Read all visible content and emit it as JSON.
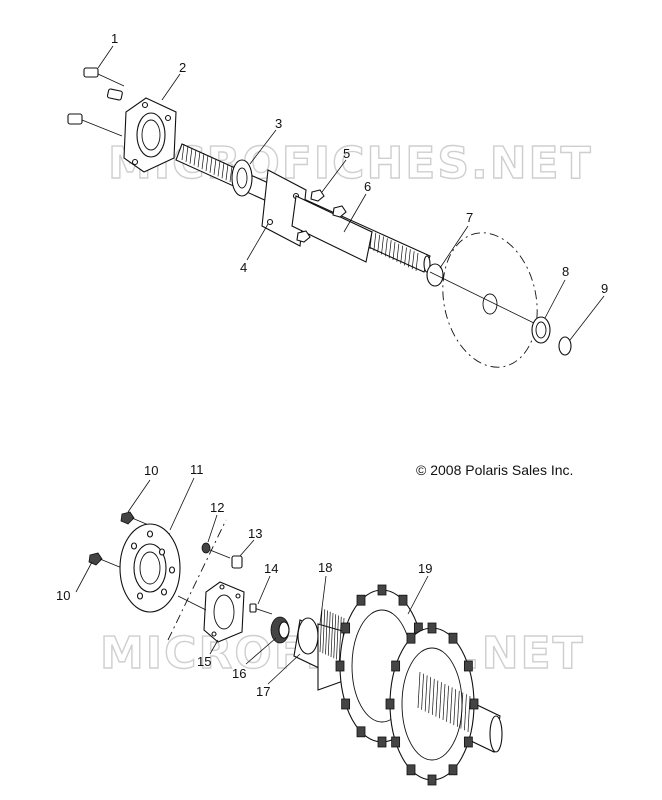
{
  "watermark": "MICROFICHES.NET",
  "copyright": "© 2008 Polaris Sales Inc.",
  "callouts": [
    "1",
    "2",
    "3",
    "4",
    "5",
    "6",
    "7",
    "8",
    "9",
    "10",
    "11",
    "12",
    "13",
    "14",
    "15",
    "16",
    "17",
    "18",
    "19",
    "10"
  ]
}
